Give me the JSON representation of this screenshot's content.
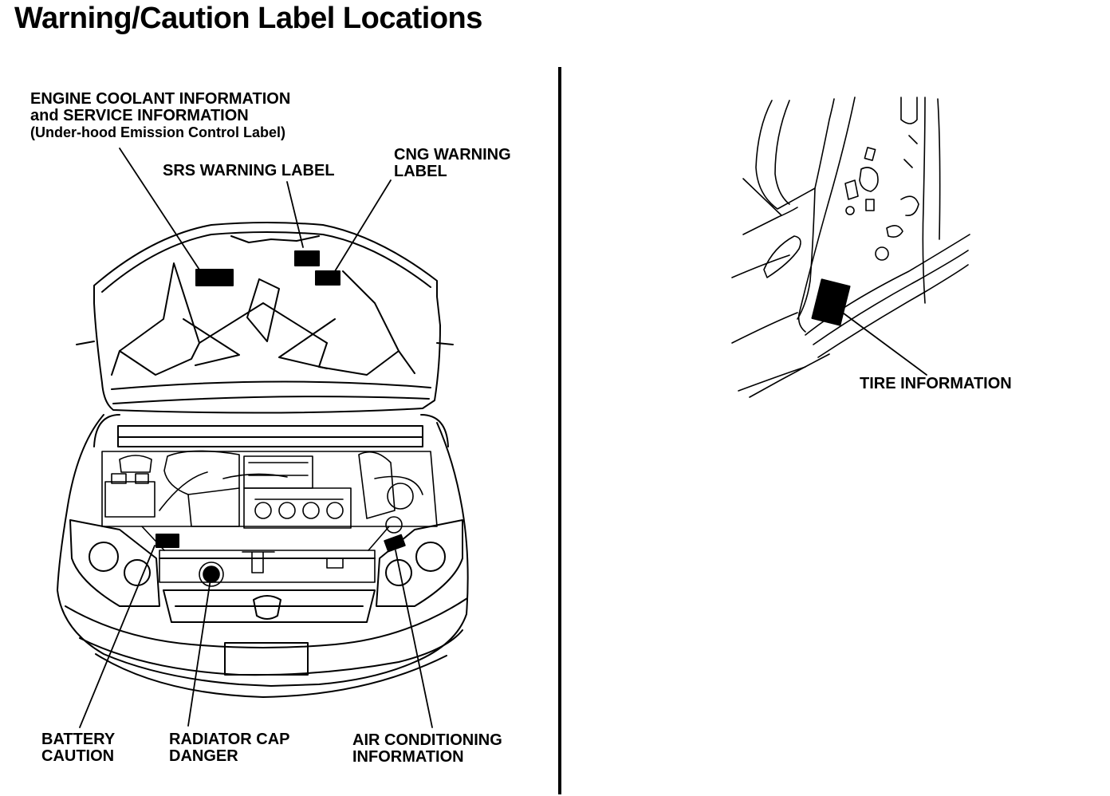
{
  "title": "Warning/Caution Label Locations",
  "labels": {
    "engine_coolant": {
      "line1": "ENGINE COOLANT INFORMATION",
      "line2": "and SERVICE INFORMATION",
      "line3": "(Under-hood Emission Control Label)"
    },
    "srs_warning": "SRS WARNING LABEL",
    "cng_warning": {
      "line1": "CNG WARNING",
      "line2": "LABEL"
    },
    "battery": {
      "line1": "BATTERY",
      "line2": "CAUTION"
    },
    "radiator": {
      "line1": "RADIATOR CAP",
      "line2": "DANGER"
    },
    "air_conditioning": {
      "line1": "AIR CONDITIONING",
      "line2": "INFORMATION"
    },
    "tire_info": "TIRE INFORMATION"
  },
  "colors": {
    "ink": "#000000",
    "paper": "#ffffff"
  }
}
